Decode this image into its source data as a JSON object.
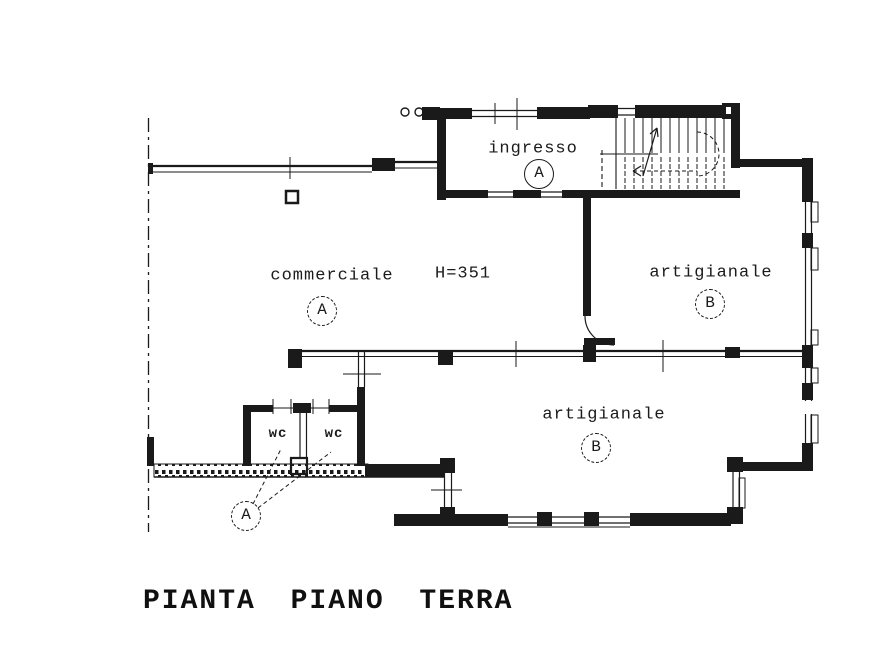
{
  "title": "PIANTA PIANO TERRA",
  "plan": {
    "rooms": {
      "ingresso": {
        "name": "ingresso",
        "unit": "A"
      },
      "commerciale": {
        "name": "commerciale",
        "unit": "A"
      },
      "artigianale_upper": {
        "name": "artigianale",
        "unit": "B"
      },
      "artigianale_lower": {
        "name": "artigianale",
        "unit": "B"
      },
      "wc_left": {
        "name": "wc"
      },
      "wc_right": {
        "name": "wc"
      },
      "wc_callout_unit": "A"
    },
    "annotations": {
      "ceiling_height": "H=351"
    },
    "colors": {
      "line": "#1a1a1a",
      "background": "#ffffff"
    }
  }
}
